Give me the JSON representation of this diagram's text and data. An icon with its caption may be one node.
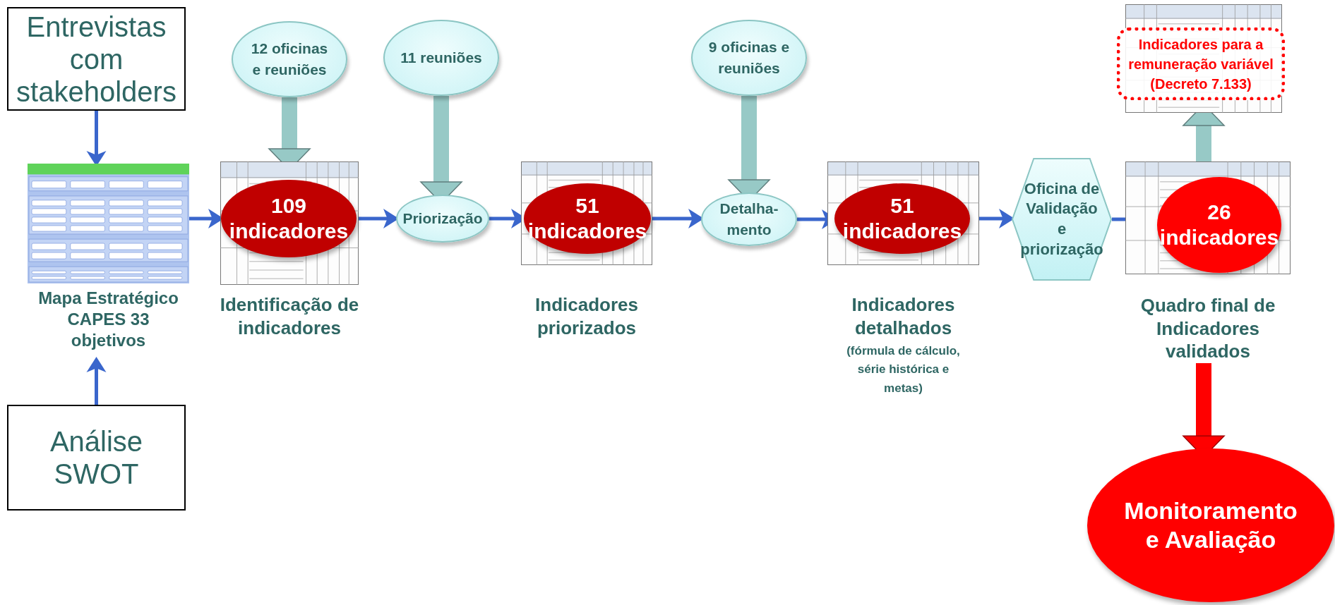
{
  "diagram": {
    "nodes": [
      {
        "text": [
          "Entrevistas com stakeholders"
        ]
      },
      {
        "text": [
          "Mapa Estratégico CAPES 33 objetivos"
        ]
      },
      {
        "text": [
          "Análise SWOT"
        ]
      },
      {
        "text": [
          "12 oficinas e reuniões"
        ]
      },
      {
        "text": [
          "Identificação de indicadores"
        ]
      },
      {
        "text": [
          "109 indicadores"
        ],
        "in": 4
      },
      {
        "text": [
          "11 reuniões"
        ]
      },
      {
        "text": [
          "Priorização"
        ]
      },
      {
        "text": [
          "Indicadores priorizados"
        ]
      },
      {
        "text": [
          "51 indicadores"
        ],
        "in": 8
      },
      {
        "text": [
          "9 oficinas e reuniões"
        ]
      },
      {
        "text": [
          "Detalha- mento"
        ]
      },
      {
        "text": [
          "Indicadores detalhados",
          "(fórmula de cálculo, série histórica e metas)"
        ]
      },
      {
        "text": [
          "51 indicadores"
        ],
        "in": 12
      },
      {
        "text": [
          "Oficina de Validação e priorização"
        ]
      },
      {
        "text": [],
        "shape": "picture"
      },
      {
        "text": [
          "Indicadores para a remuneração variável (Decreto 7.133)"
        ]
      },
      {
        "text": [
          "Quadro final de Indicadores validados"
        ]
      },
      {
        "text": [
          "26 indicadores"
        ],
        "in": 17
      },
      {
        "text": [
          "Monitoramento e Avaliação"
        ]
      }
    ],
    "edges": [
      {
        "from": 0,
        "to": 1,
        "arrow": "to"
      },
      {
        "from": 2,
        "to": 1,
        "arrow": "to"
      },
      {
        "from": 1,
        "to": 5,
        "arrow": "to"
      },
      {
        "from": 3,
        "to": 4,
        "arrow": "to",
        "style": "thick",
        "color": "#97c9c6"
      },
      {
        "from": 5,
        "to": 7,
        "arrow": "to"
      },
      {
        "from": 6,
        "to": 7,
        "arrow": "to",
        "style": "thick",
        "color": "#97c9c6"
      },
      {
        "from": 7,
        "to": 9,
        "arrow": "to"
      },
      {
        "from": 9,
        "to": 11,
        "arrow": "to"
      },
      {
        "from": 10,
        "to": 11,
        "arrow": "to",
        "style": "thick",
        "color": "#97c9c6"
      },
      {
        "from": 11,
        "to": 13,
        "arrow": "to"
      },
      {
        "from": 13,
        "to": 14,
        "arrow": "to"
      },
      {
        "from": 14,
        "to": 18,
        "arrow": "to"
      },
      {
        "from": 17,
        "to": 15,
        "arrow": "to",
        "style": "thick",
        "color": "#97c9c6"
      },
      {
        "from": 17,
        "to": 19,
        "arrow": "to",
        "style": "thick",
        "color": "#ff0000"
      }
    ]
  }
}
